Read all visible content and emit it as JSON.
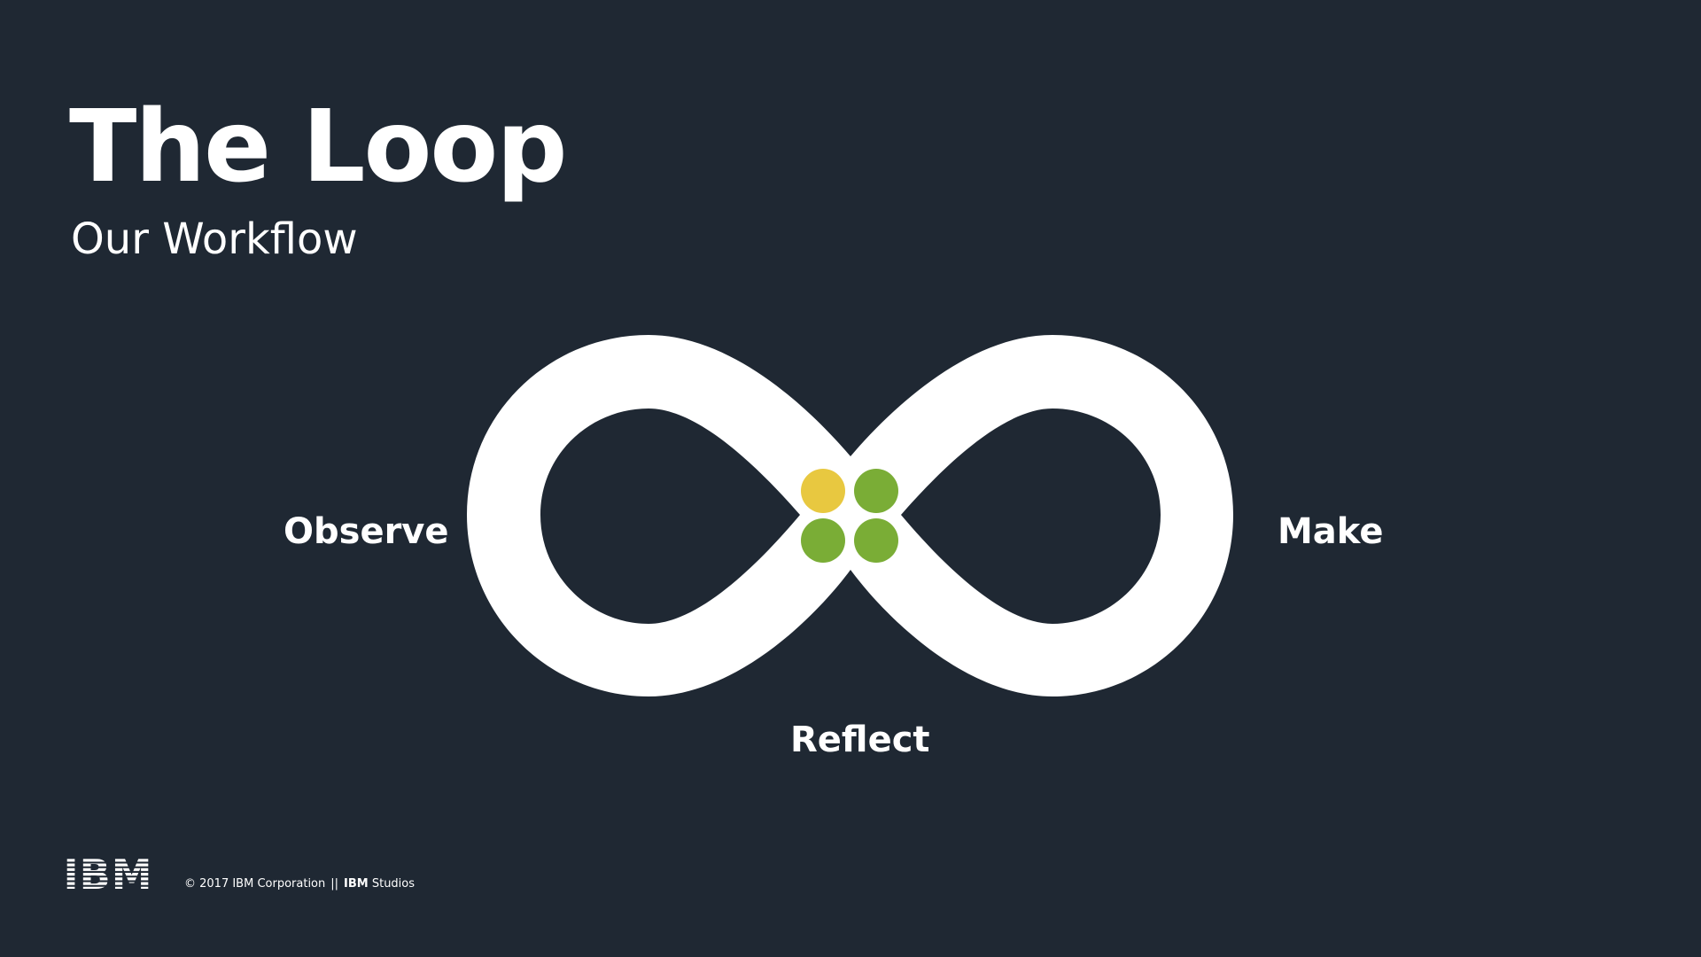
{
  "slide": {
    "title": "The Loop",
    "subtitle": "Our Workflow"
  },
  "diagram": {
    "labels": {
      "observe": "Observe",
      "make": "Make",
      "reflect": "Reflect"
    },
    "colors": {
      "background": "#1f2833",
      "loop": "#ffffff",
      "dot_yellow": "#e8c840",
      "dot_green": "#7aad36"
    },
    "dots": [
      {
        "position": "top-left",
        "color": "yellow"
      },
      {
        "position": "top-right",
        "color": "green"
      },
      {
        "position": "bottom-left",
        "color": "green"
      },
      {
        "position": "bottom-right",
        "color": "green"
      }
    ]
  },
  "footer": {
    "logo": "IBM",
    "copyright": "© 2017 IBM Corporation",
    "separator": "||",
    "brand": "IBM",
    "studio": "Studios"
  }
}
